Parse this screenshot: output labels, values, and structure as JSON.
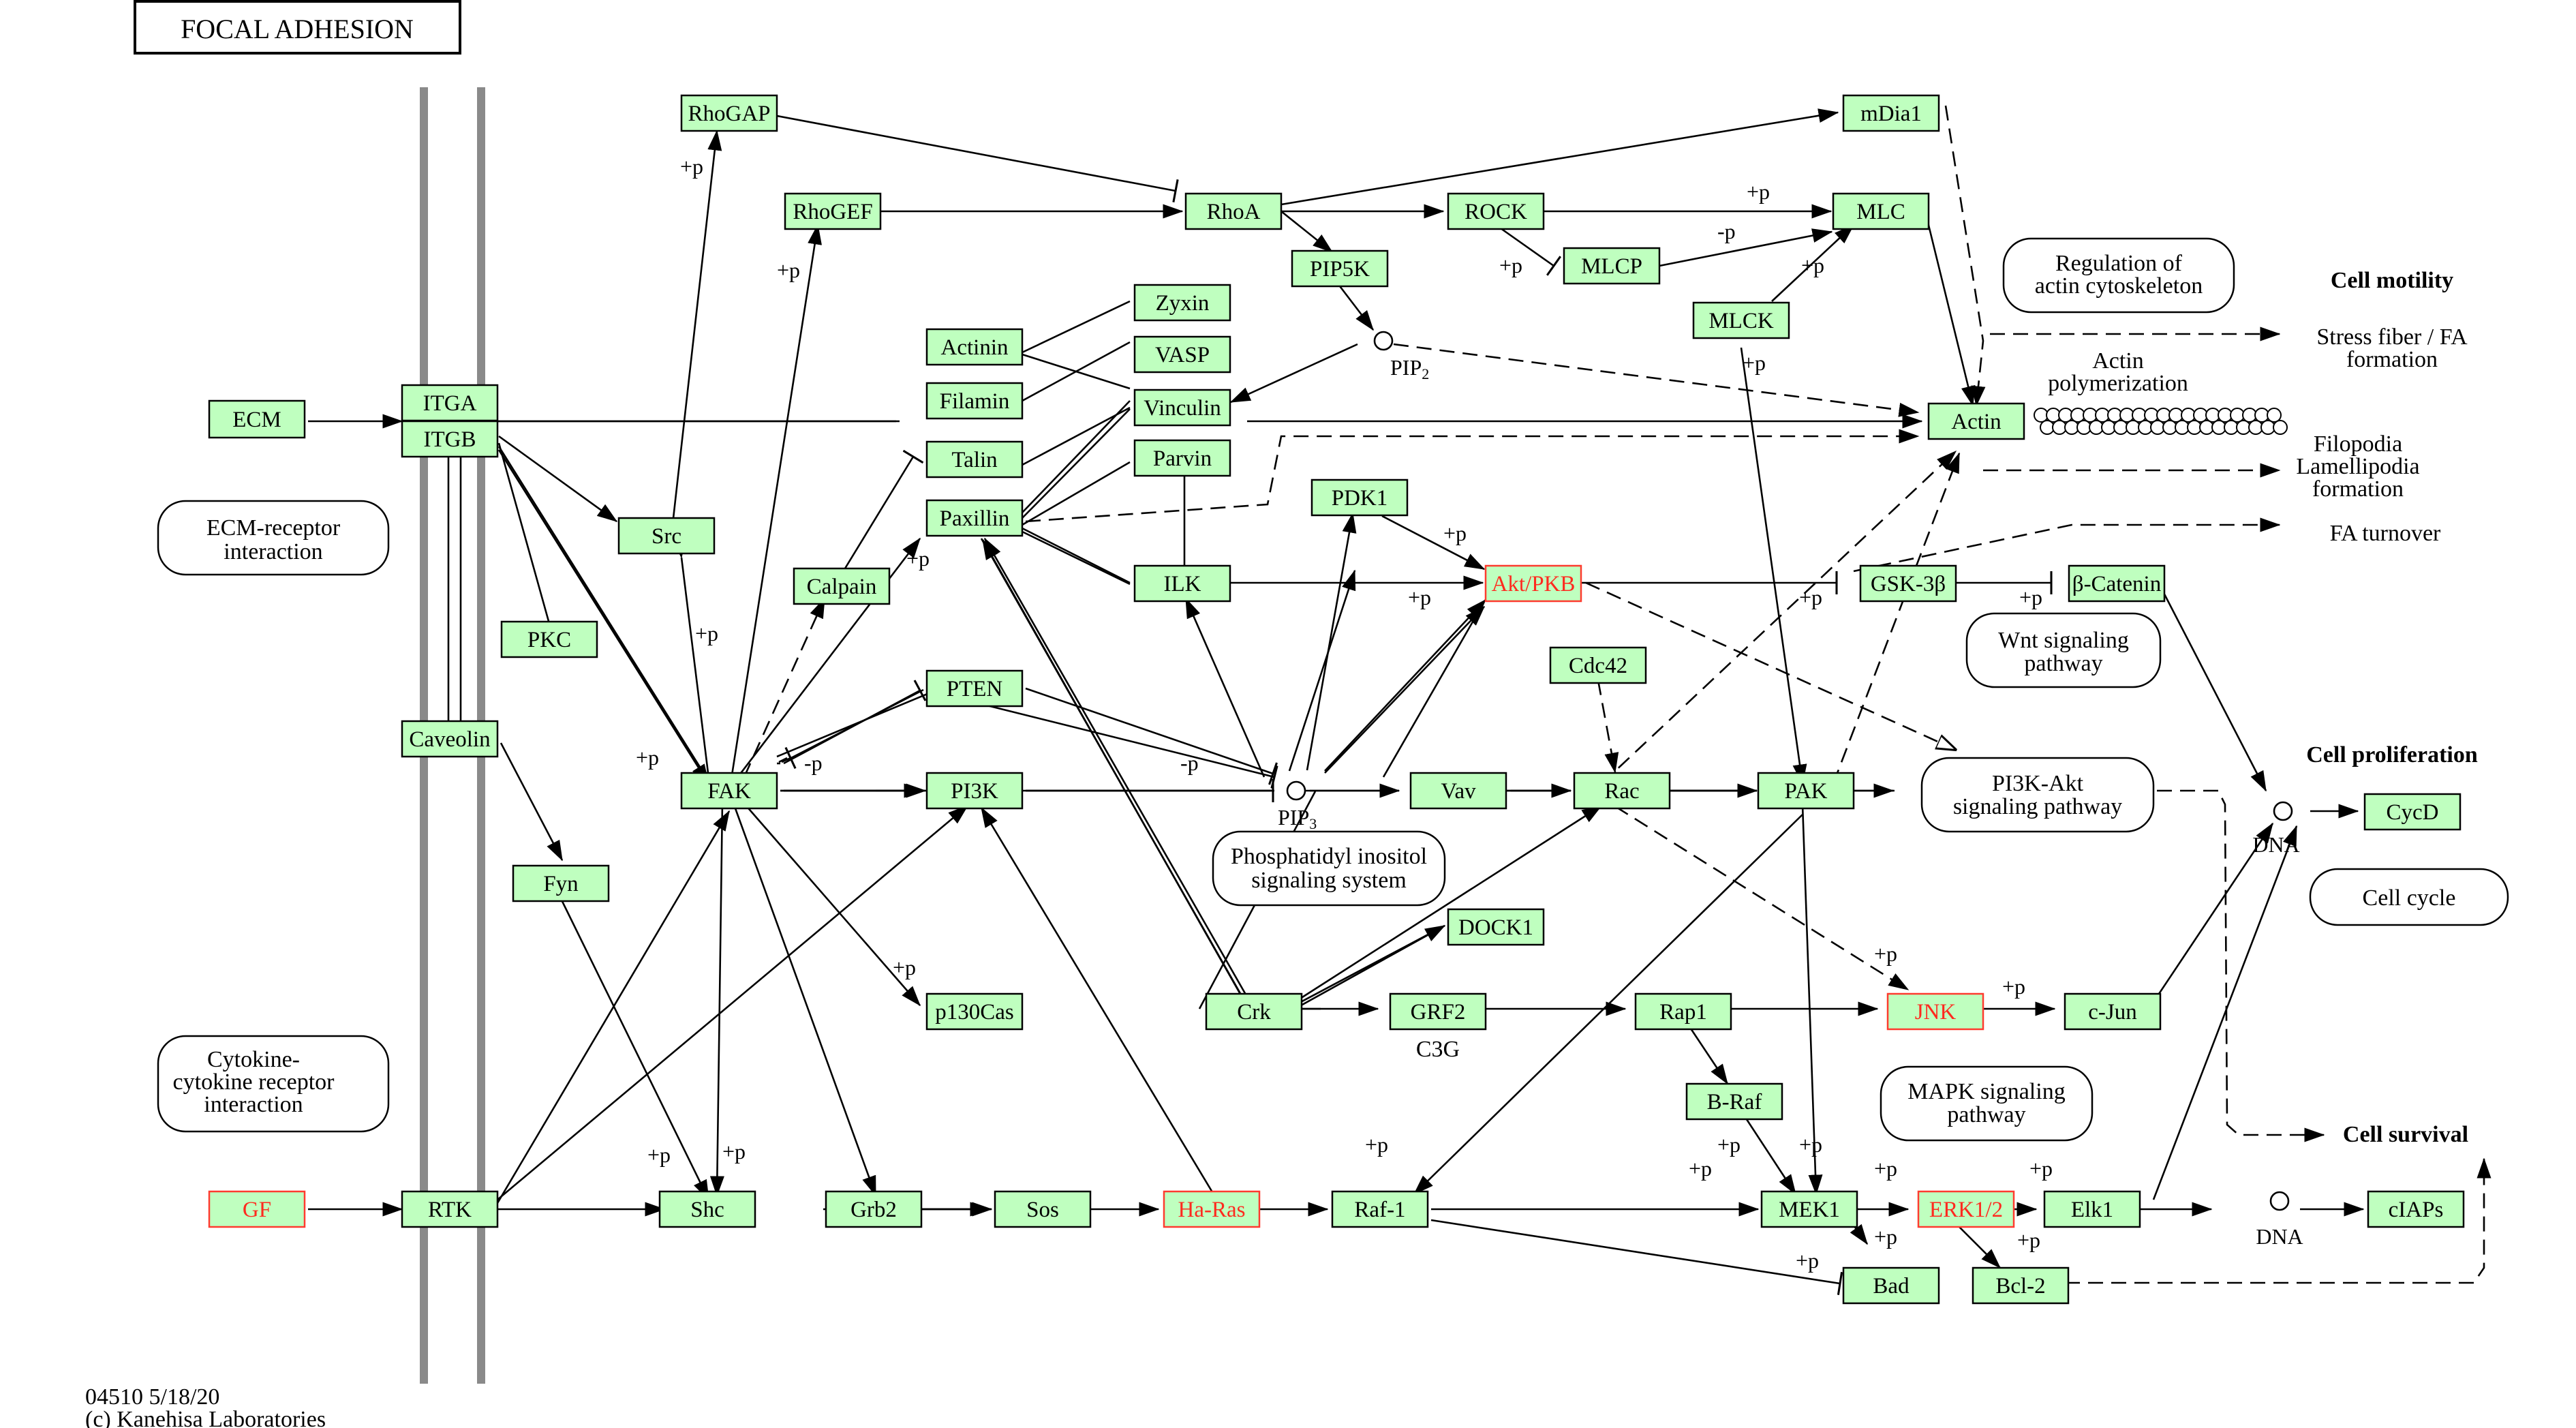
{
  "title": "FOCAL ADHESION",
  "footer": {
    "id": "04510 5/18/20",
    "copyright": "(c) Kanehisa Laboratories"
  },
  "colors": {
    "gene_fill": "#bfffbf",
    "gene_border": "#000000",
    "highlight": "#ff2a1f",
    "membrane": "#8a8a8a"
  },
  "genes": {
    "ecm": "ECM",
    "itga": "ITGA",
    "itgb": "ITGB",
    "caveolin": "Caveolin",
    "pkc": "PKC",
    "src": "Src",
    "fyn": "Fyn",
    "gf": "GF",
    "rtk": "RTK",
    "rhogap": "RhoGAP",
    "rhogef": "RhoGEF",
    "rhoa": "RhoA",
    "pip5k": "PIP5K",
    "rock": "ROCK",
    "mlcp": "MLCP",
    "mlc": "MLC",
    "mdia1": "mDia1",
    "mlck": "MLCK",
    "actin": "Actin",
    "actinin": "Actinin",
    "zyxin": "Zyxin",
    "vasp": "VASP",
    "filamin": "Filamin",
    "vinculin": "Vinculin",
    "talin": "Talin",
    "parvin": "Parvin",
    "paxillin": "Paxillin",
    "calpain": "Calpain",
    "ilk": "ILK",
    "pdk1": "PDK1",
    "akt": "Akt/PKB",
    "pten": "PTEN",
    "fak": "FAK",
    "pi3k": "PI3K",
    "vav": "Vav",
    "rac": "Rac",
    "pak": "PAK",
    "cdc42": "Cdc42",
    "gsk3b": "GSK-3β",
    "bcatenin": "β-Catenin",
    "dock1": "DOCK1",
    "p130cas": "p130Cas",
    "crk": "Crk",
    "grf2": "GRF2",
    "rap1": "Rap1",
    "jnk": "JNK",
    "cjun": "c-Jun",
    "braf": "B-Raf",
    "shc": "Shc",
    "grb2": "Grb2",
    "sos": "Sos",
    "hras": "Ha-Ras",
    "raf1": "Raf-1",
    "mek1": "MEK1",
    "erk": "ERK1/2",
    "elk1": "Elk1",
    "ciaps": "cIAPs",
    "cycd": "CycD",
    "bad": "Bad",
    "bcl2": "Bcl-2"
  },
  "compounds": {
    "pip2": "PIP",
    "pip2_sub": "2",
    "pip3": "PIP",
    "pip3_sub": "3",
    "dna1": "DNA",
    "dna2": "DNA"
  },
  "maps": {
    "ecm_receptor": [
      "ECM-receptor",
      "interaction"
    ],
    "cytokine": [
      "Cytokine-",
      "cytokine receptor",
      "interaction"
    ],
    "phosphatidyl": [
      "Phosphatidyl inositol",
      "signaling system"
    ],
    "regulation": [
      "Regulation of",
      "actin cytoskeleton"
    ],
    "wnt": [
      "Wnt signaling",
      "pathway"
    ],
    "pi3k_akt": [
      "PI3K-Akt",
      "signaling pathway"
    ],
    "mapk": [
      "MAPK signaling",
      "pathway"
    ],
    "cell_cycle": [
      "Cell cycle"
    ]
  },
  "notes": {
    "cell_motility": "Cell motility",
    "stress_fiber": [
      "Stress fiber / FA",
      "formation"
    ],
    "actin_poly": [
      "Actin",
      "polymerization"
    ],
    "filopodia": [
      "Filopodia",
      "Lamellipodia",
      "formation"
    ],
    "fa_turnover": "FA turnover",
    "cell_proliferation": "Cell proliferation",
    "cell_survival": "Cell survival",
    "c3g": "C3G"
  },
  "edge_labels": {
    "p": "+p",
    "minus_p": "-p"
  }
}
